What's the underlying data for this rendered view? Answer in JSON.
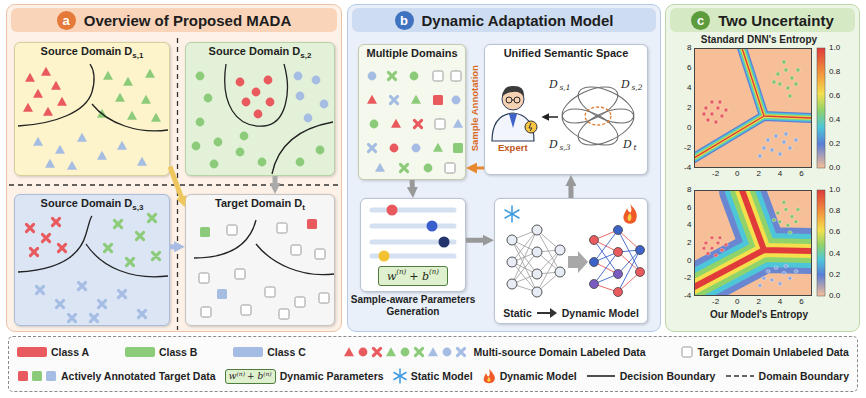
{
  "diagram": {
    "nodes": [
      {
        "text": [
          "a",
          "Overview of Proposed MADA"
        ]
      },
      {
        "text": [
          "Source Domain D",
          "s,1"
        ],
        "in": 0
      },
      {
        "text": [
          "Source Domain D",
          "s,2"
        ],
        "in": 0
      },
      {
        "text": [
          "Source Domain D",
          "s,3"
        ],
        "in": 0
      },
      {
        "text": [
          "Target Domain D",
          "t"
        ],
        "in": 0
      },
      {
        "text": [
          "b",
          "Dynamic Adaptation Model"
        ]
      },
      {
        "text": [
          "Multiple Domains"
        ],
        "in": 5
      },
      {
        "text": [
          "Unified Semantic Space"
        ],
        "in": 5
      },
      {
        "text": [
          "Sample-aware Parameters Generation"
        ],
        "in": 5
      },
      {
        "text": [
          "w",
          "(n)",
          "+ b",
          "(n)"
        ],
        "in": 8
      },
      {
        "text": [
          "Static",
          "Dynamic Model"
        ],
        "in": 5
      },
      {
        "text": [
          "c",
          "Two Uncertainty"
        ]
      },
      {
        "text": [
          "Standard DNN's Entropy"
        ],
        "in": 11
      },
      {
        "text": [
          "Our Model's Entropy"
        ],
        "in": 11
      }
    ],
    "edges": [
      {
        "from": 1,
        "to": 4,
        "arrow": "to"
      },
      {
        "from": 2,
        "to": 4,
        "arrow": "to"
      },
      {
        "from": 3,
        "to": 4,
        "arrow": "to"
      },
      {
        "from": 6,
        "to": 8,
        "arrow": "to"
      },
      {
        "from": 8,
        "to": 10,
        "arrow": "to"
      },
      {
        "from": 10,
        "to": 7,
        "arrow": "to"
      },
      {
        "from": 7,
        "to": 6,
        "label": "Sample Annotation",
        "arrow": "to"
      }
    ],
    "labels": [
      "Expert",
      "D",
      "s,1",
      "D",
      "s,2",
      "D",
      "s,3",
      "D",
      "t",
      "8",
      "6",
      "4",
      "2",
      "0",
      "-2",
      "-4",
      "-2",
      "0",
      "2",
      "4",
      "6",
      "1.0",
      "0.8",
      "0.6",
      "0.4",
      "0.2",
      "0.0",
      "8",
      "6",
      "4",
      "2",
      "0",
      "-2",
      "-4",
      "-2",
      "0",
      "2",
      "4",
      "6",
      "1.0",
      "0.8",
      "0.6",
      "0.4",
      "0.2",
      "0.0",
      "w",
      "(n)",
      "+ b",
      "(n)"
    ],
    "legend": [
      {
        "text": "Class A",
        "color": "#e85a5e"
      },
      {
        "text": "Class B",
        "color": "#8ccb7a"
      },
      {
        "text": "Class C",
        "color": "#a6bde3"
      },
      {
        "text": "Multi-source Domain Labeled Data"
      },
      {
        "text": "Target Domain Unlabeled Data"
      },
      {
        "text": "Actively Annotated Target Data"
      },
      {
        "text": "Dynamic Parameters"
      },
      {
        "text": "Static Model"
      },
      {
        "text": "Dynamic Model"
      },
      {
        "text": "Decision Boundary"
      },
      {
        "text": "Domain Boundary"
      }
    ]
  }
}
